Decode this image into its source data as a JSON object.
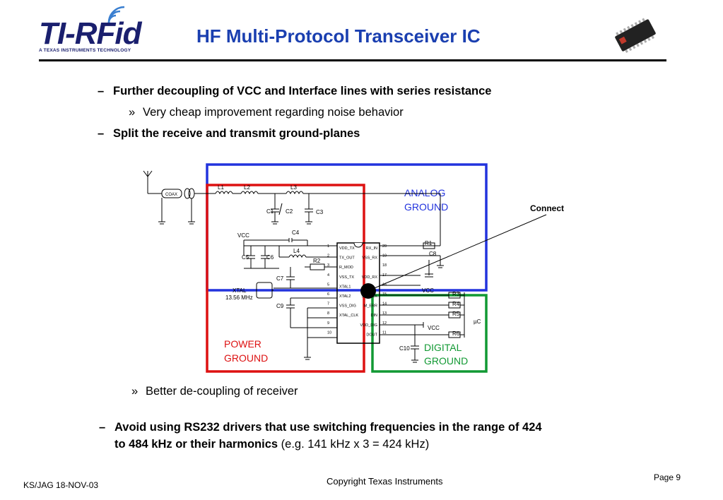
{
  "header": {
    "logo_text": "TI-RFid",
    "logo_subtext": "A TEXAS INSTRUMENTS TECHNOLOGY",
    "title": "HF Multi-Protocol Transceiver IC"
  },
  "bullets": {
    "b1": "Further decoupling of VCC and Interface lines with series resistance",
    "b1_sub": "Very cheap improvement regarding noise behavior",
    "b2": "Split the receive and transmit ground-planes",
    "b2_sub": "Better de-coupling of receiver",
    "b3_bold": "Avoid using RS232 drivers that use switching frequencies in the range of 424",
    "b3_bold2": "to 484 kHz or their harmonics",
    "b3_rest": " (e.g. 141 kHz x 3 = 424 kHz)",
    "dash": "–",
    "raquo": "»"
  },
  "diagram": {
    "analog_label_1": "ANALOG",
    "analog_label_2": "GROUND",
    "power_label_1": "POWER",
    "power_label_2": "GROUND",
    "digital_label_1": "DIGITAL",
    "digital_label_2": "GROUND",
    "connect_label": "Connect",
    "coax": "COAX",
    "xtal_1": "XTAL",
    "xtal_2": "13.56 MHz",
    "vcc": "VCC",
    "uc": "µC",
    "components": {
      "L1": "L1",
      "L2": "L2",
      "L3": "L3",
      "L4": "L4",
      "C1": "C1",
      "C2": "C2",
      "C3": "C3",
      "C4": "C4",
      "C5": "C5",
      "C6": "C6",
      "C7": "C7",
      "C8": "C8",
      "C9": "C9",
      "C10": "C10",
      "R1": "R1",
      "R2": "R2",
      "R3": "R3",
      "R4": "R4",
      "R5": "R5",
      "R6": "R6"
    },
    "pins_left": [
      "VDD_TX",
      "TX_OUT",
      "R_MOD",
      "VSS_TX",
      "XTAL1",
      "XTAL2",
      "VSS_DIG",
      "XTAL_CLK",
      "",
      ""
    ],
    "pins_right": [
      "RX_IN",
      "VSS_RX",
      "",
      "VDD_RX",
      "",
      "SCLOCK",
      "M_ERR",
      "DIN",
      "VDD_DIG",
      "DOUT"
    ],
    "pin_nums_left": [
      "1",
      "2",
      "3",
      "4",
      "5",
      "6",
      "7",
      "8",
      "9",
      "10"
    ],
    "pin_nums_right": [
      "20",
      "19",
      "18",
      "17",
      "16",
      "15",
      "14",
      "13",
      "12",
      "11"
    ],
    "colors": {
      "analog": "#2233dd",
      "power": "#dd1111",
      "digital": "#119933"
    }
  },
  "footer": {
    "left": "KS/JAG  18-NOV-03",
    "center": "Copyright Texas Instruments",
    "right": "Page 9"
  }
}
